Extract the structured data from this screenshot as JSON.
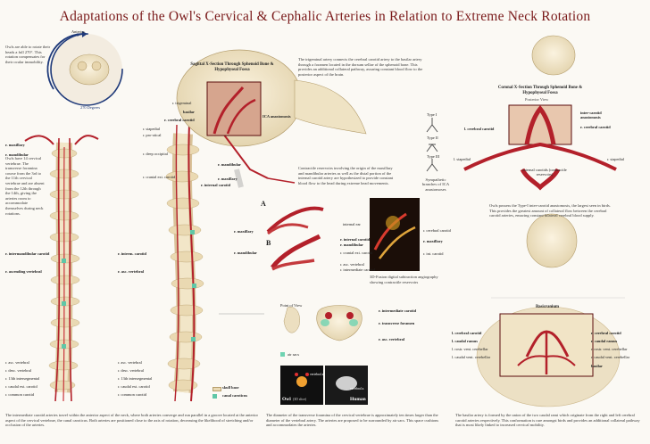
{
  "title": "Adaptations of the Owl's Cervical & Cephalic Arteries in Relation to Extreme Neck Rotation",
  "rotation_inset": {
    "text": "Owls are able to rotate their heads a full 270°. This rotation compensates for their ocular immobility.",
    "anterior": "Anterior",
    "degrees": "270 Degrees"
  },
  "vertebrae_note": "Owls have 14 cervical vertebrae. The transverse foramina course from the 3rd to the 11th cervical vertebrae and are absent from the 12th through the 14th, giving the arteries room to accommodate themselves during neck rotations.",
  "left_labels": {
    "maxillary": "r. maxillary",
    "mandibular": "r. mandibular",
    "int_mand_carotid": "r. intermandibular carotid",
    "ascending_vertebral": "r. ascending vertebral",
    "asc_vertebral": "r. asc. vertebral",
    "desc_vertebral": "r. desc. vertebral",
    "thirteenth_intersegmental": "r. 13th intersegmental",
    "caudal_ext_carotid": "r. caudal ext. carotid",
    "common_carotid": "r. common carotid"
  },
  "mid_labels": {
    "stapedial": "r. stapedial",
    "pro_otic": "r. pro-otical",
    "deep_occipital": "r. deep occipital",
    "cranial_ext_carotid": "r. cranial ext. carotid",
    "internal_carotid": "r. internal carotid",
    "mandibular": "r. mandibular",
    "maxillary": "r. maxillary",
    "interm_carotid": "r. interm. carotid",
    "asc_vertebral": "r. asc. vertebral",
    "asc_vertebral2": "r. asc. vertebral",
    "desc_vertebral": "r. desc. vertebral",
    "thirteenth": "r. 13th intersegmental",
    "caudal_ext": "r. caudal ext. carotid",
    "common": "r. common carotid"
  },
  "legend": {
    "skull_base": "skull base",
    "canal_caroticus": "canal caroticus"
  },
  "intermediate_caption": "The intermediate carotid arteries travel within the anterior aspect of the neck, where both arteries converge and run parallel in a groove located at the anterior aspect of the cervical vertebrae, the canal caroticus. Both arteries are positioned close to the axis of rotation, decreasing the likelihood of stretching and/or occlusion of the arteries.",
  "sagittal": {
    "heading": "Sagittal X-Section Through Sphenoid Bone & Hypophyseal Fossa",
    "trigeminal": "r. trigeminal",
    "basilar": "basilar",
    "cerebral_carotid": "r. cerebral carotid",
    "ica": "ICA anastomosis"
  },
  "trigeminal_text": "The trigeminal artery connects the cerebral carotid artery to the basilar artery through a foramen located in the dorsum sellae of the sphenoid bone. This provides an additional collateral pathway, assuring constant blood flow to the posterior aspect of the brain.",
  "contractile_text": "Contractile reservoirs involving the origin of the maxillary and mandibular arteries as well as the distal portion of the internal carotid artery are hypothesized to provide constant blood flow to the head during extreme head movements.",
  "ab": {
    "a": "A",
    "b": "B",
    "maxillary": "r. maxillary",
    "mandibular": "r. mandibular"
  },
  "angio": {
    "internal_ear": "internal ear",
    "internal_carotid": "r. internal carotid",
    "mandibular": "r. mandibular",
    "cranial_ext": "r. cranial ext. carotid",
    "asc_vertebral": "r. asc. vertebral",
    "intermediate_carotid": "r. intermediate carotid",
    "cerebral_carotid": "r. cerebral carotid",
    "maxillary": "r. maxillary",
    "int_carotid2": "r. int. carotid",
    "caption": "3D-Fusion digital subtraction angiography showing contractile reservoirs"
  },
  "types": [
    "Type I",
    "Type II",
    "Type III"
  ],
  "types_note": "Sympathetic branches of ICA anastomoses",
  "vertebra": {
    "point_of_view": "Point of View",
    "intermediate_carotid": "r. intermediate carotid",
    "transverse_foramen": "r. transverse foramen",
    "asc_vertebral": "r. asc. vertebral",
    "air_sacs": "air sacs",
    "owl": "Owl",
    "owl_sub": "(3D slice)",
    "human": "Human",
    "vert_a": "vertebral a.",
    "vert_b": "vertebral a."
  },
  "foramen_text": "The diameter of the transverse foramina of the cervical vertebrae is approximately ten times larger than the diameter of the vertebral artery. The arteries are proposed to be surrounded by air sacs. This space cushions and accommodates the arteries.",
  "coronal": {
    "heading": "Coronal X-Section Through Sphenoid Bone & Hypophyseal Fossa",
    "sub": "Posterior View",
    "inter_carotid": "inter-carotid anastomosis",
    "r_cerebral": "r. cerebral carotid",
    "l_cerebral": "l. cerebral carotid",
    "l_stapedial": "l. stapedial",
    "r_stapedial": "r. stapedial",
    "internal": "internal carotids (contractile reservoirs)"
  },
  "type1_text": "Owls possess the Type-I inter-carotid anastomosis, the largest seen in birds. This provides the greatest amount of collateral flow between the cerebral carotid arteries, ensuring constant bilateral cerebral blood supply.",
  "basis": {
    "heading": "Basicranium",
    "l_cerebral": "l. cerebral carotid",
    "l_caudal": "l. caudal ramus",
    "l_rostral": "l. rostr. vent. cerebellar",
    "l_caudal_vent": "l. caudal vent. cerebellar",
    "r_cerebral": "r. cerebral carotid",
    "r_caudal": "r. caudal ramus",
    "r_rostral": "r. rostr. vent. cerebellar",
    "r_caudal_vent": "r. caudal vent. cerebellar",
    "basilar": "basilar"
  },
  "basilar_text": "The basilar artery is formed by the union of the two caudal rami which originate from the right and left cerebral carotid arteries respectively. This conformation is rare amongst birds and provides an additional collateral pathway that is most likely linked to increased cervical mobility.",
  "colors": {
    "artery": "#b3202a",
    "bone": "#efe2c2",
    "title": "#7a1a1a",
    "canal": "#5fc7a7"
  }
}
